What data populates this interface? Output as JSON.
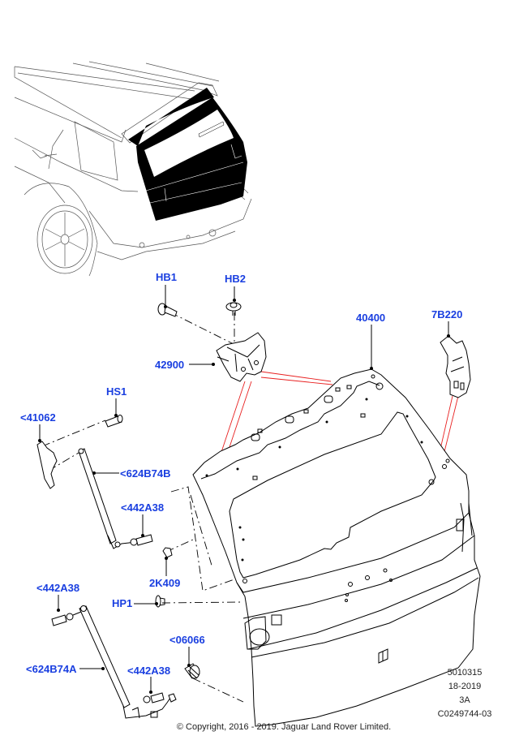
{
  "diagram": {
    "title": "Tailgate parts diagram",
    "accent_color": "#1a3fe0",
    "guide_line_color": "#e82020",
    "callouts": [
      {
        "id": "HB1",
        "label": "HB1",
        "part": "tailgate hinge bolt"
      },
      {
        "id": "HB2",
        "label": "HB2",
        "part": "tailgate hinge nut"
      },
      {
        "id": "42900",
        "label": "42900",
        "part": "tailgate hinge"
      },
      {
        "id": "40400",
        "label": "40400",
        "part": "tailgate panel"
      },
      {
        "id": "7B220",
        "label": "7B220",
        "part": "tailgate latch striker"
      },
      {
        "id": "HS1",
        "label": "HS1",
        "part": "support strut bolt"
      },
      {
        "id": "41062",
        "label": "<41062",
        "part": "gas strut bracket"
      },
      {
        "id": "624B74B",
        "label": "<624B74B",
        "part": "gas strut right"
      },
      {
        "id": "442A38-upper",
        "label": "<442A38",
        "part": "ball stud"
      },
      {
        "id": "2K409",
        "label": "2K409",
        "part": "bump stop"
      },
      {
        "id": "HP1",
        "label": "HP1",
        "part": "clip"
      },
      {
        "id": "442A38-left",
        "label": "<442A38",
        "part": "ball stud"
      },
      {
        "id": "624B74A",
        "label": "<624B74A",
        "part": "gas strut left"
      },
      {
        "id": "442A38-lower",
        "label": "<442A38",
        "part": "ball stud"
      },
      {
        "id": "06066",
        "label": "<06066",
        "part": "grommet"
      }
    ]
  },
  "meta": {
    "ref_number": "5010315",
    "date_code": "18-2019",
    "page": "3A",
    "illustration_id": "C0249744-03"
  },
  "copyright": "© Copyright, 2016 - 2019. Jaguar Land Rover Limited."
}
